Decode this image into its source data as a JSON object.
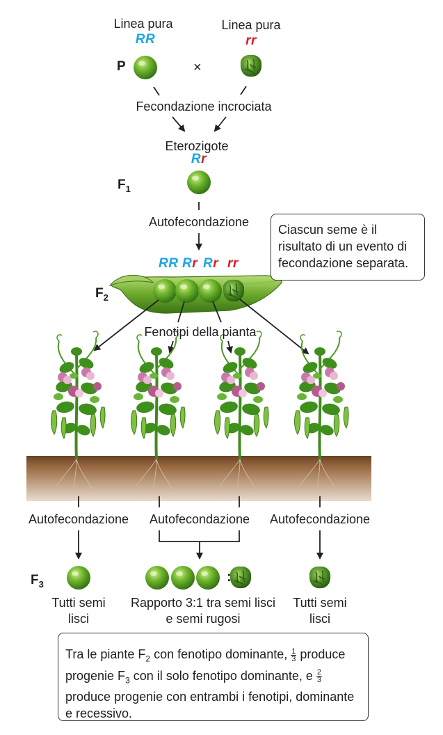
{
  "parents": {
    "left_label": "Linea pura",
    "left_genotype": "RR",
    "right_label": "Linea pura",
    "right_genotype": "rr",
    "generation_label": "P",
    "cross_symbol": "×"
  },
  "labels": {
    "cross_fertilization": "Fecondazione incrociata",
    "heterozygote": "Eterozigote",
    "heterozygote_genotype_dominant": "R",
    "heterozygote_genotype_recessive": "r",
    "f1_label": "F",
    "f1_sub": "1",
    "self_fertilization_f1": "Autofecondazione",
    "f2_label": "F",
    "f2_sub": "2",
    "phenotypes": "Fenotipi della pianta",
    "f3_label": "F",
    "f3_sub": "3"
  },
  "f2_genotypes": [
    {
      "a": "R",
      "b": "R"
    },
    {
      "a": "R",
      "b": "r"
    },
    {
      "a": "R",
      "b": "r"
    },
    {
      "a": "r",
      "b": "r"
    }
  ],
  "note_box": {
    "text": "Ciascun seme è il risultato di un evento di fecondazione separata."
  },
  "self_fertilization": [
    "Autofecondazione",
    "Autofecondazione",
    "Autofecondazione"
  ],
  "f3_results": {
    "left": "Tutti semi lisci",
    "middle": "Rapporto 3:1 tra semi lisci e semi rugosi",
    "right": "Tutti semi lisci",
    "ratio_colon": ":"
  },
  "summary_box": {
    "p1": "Tra le piante F",
    "p1_sub": "2",
    "p2": " con fenotipo dominante, ",
    "frac1_num": "1",
    "frac1_den": "3",
    "p3": " produce progenie F",
    "p3_sub": "3",
    "p4": " con il solo fenotipo dominante, e ",
    "frac2_num": "2",
    "frac2_den": "3",
    "p5": " produce progenie con entrambi i fenotipi, dominante e recessivo."
  },
  "colors": {
    "dominant_blue": "#1aa6e0",
    "recessive_red": "#d71f26",
    "pea_green": "#4e9a1e",
    "soil": "#8a5a34"
  }
}
